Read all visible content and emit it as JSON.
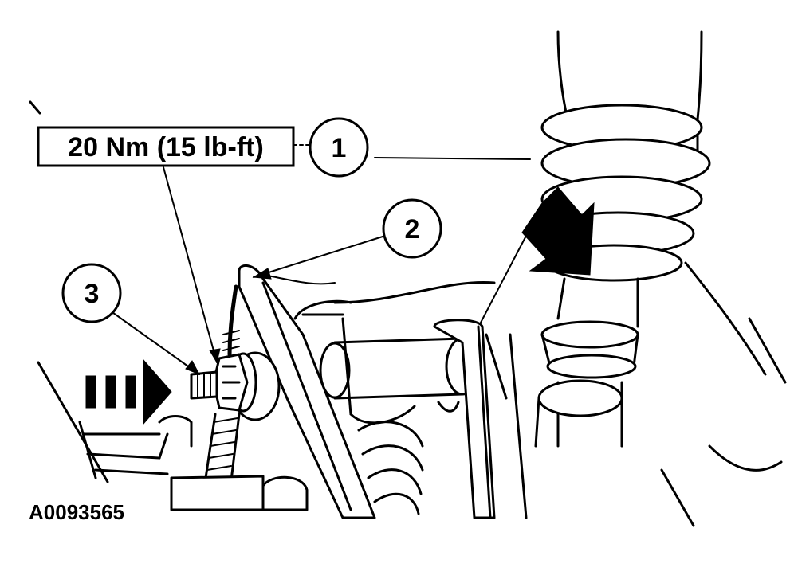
{
  "torque_spec": "20 Nm (15 lb-ft)",
  "callouts": [
    "1",
    "2",
    "3"
  ],
  "figure_id": "A0093565",
  "icons": {
    "direction_arrow": "triple-bar-arrow-icon",
    "pointer_arrow": "solid-pointer-arrow-icon"
  },
  "colors": {
    "ink": "#000000",
    "paper": "#ffffff"
  }
}
